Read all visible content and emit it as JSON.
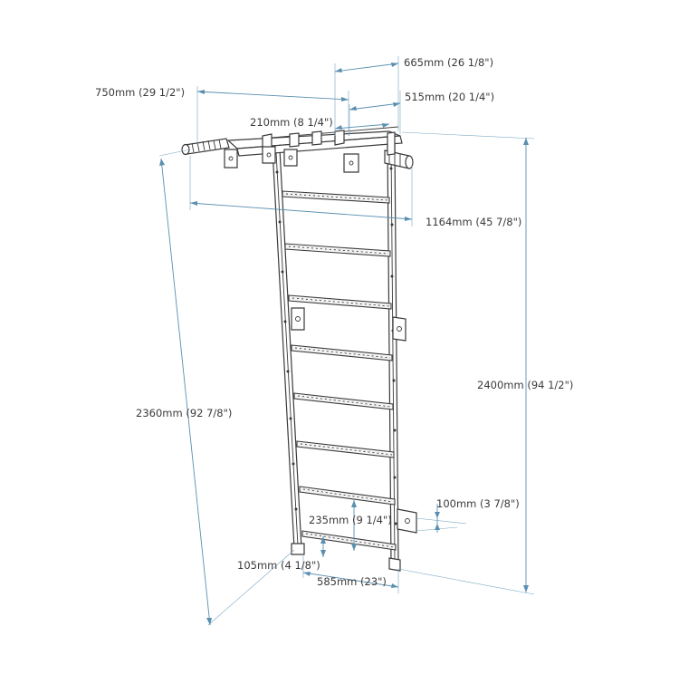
{
  "dimensions": {
    "bar_depth": "665mm (26 1/8\")",
    "bar_width": "750mm (29 1/2\")",
    "bar_inner_depth": "515mm (20 1/4\")",
    "bar_grip_spacing": "210mm (8 1/4\")",
    "top_span": "1164mm (45 7/8\")",
    "total_height": "2400mm (94 1/2\")",
    "ladder_height": "2360mm (92 7/8\")",
    "wall_offset": "100mm (3 7/8\")",
    "rung_spacing": "235mm (9 1/4\")",
    "bottom_clearance": "105mm (4 1/8\")",
    "ladder_width": "585mm (23\")"
  },
  "colors": {
    "dimension_line": "#5a8fb0",
    "outline": "#3a3a3a",
    "background": "#ffffff"
  }
}
